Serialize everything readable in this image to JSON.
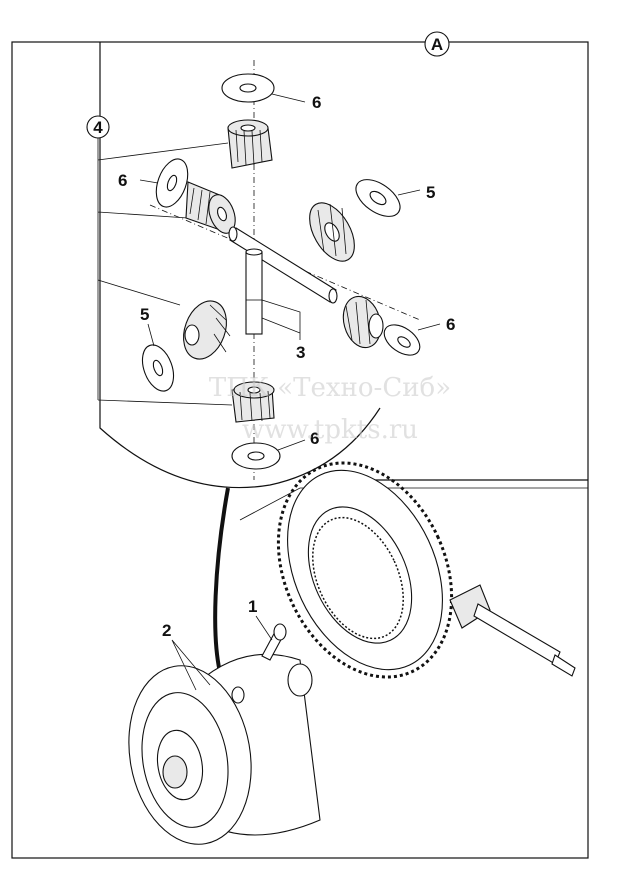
{
  "view_marker": "A",
  "callouts": {
    "c1": "1",
    "c2": "2",
    "c3": "3",
    "c4": "4",
    "c5_upper": "5",
    "c5_lower": "5",
    "c6_top": "6",
    "c6_left": "6",
    "c6_right": "6",
    "c6_bottom": "6"
  },
  "watermark": {
    "line1": "ТПК «Техно-Сиб»",
    "line2": "www.tpkts.ru"
  }
}
